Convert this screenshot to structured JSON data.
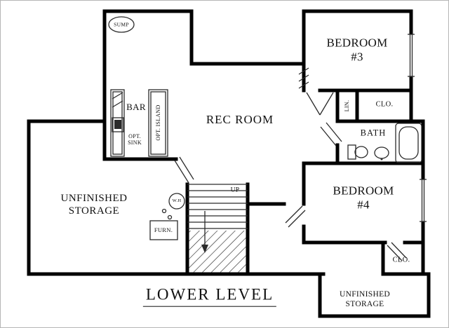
{
  "title": "LOWER LEVEL",
  "plan": {
    "rooms": {
      "rec_room": "REC ROOM",
      "bedroom3": "BEDROOM\n#3",
      "bedroom4": "BEDROOM\n#4",
      "bath": "BATH",
      "bar": "BAR",
      "unfinished_storage_left": "UNFINISHED\nSTORAGE",
      "unfinished_storage_right": "UNFINISHED\nSTORAGE",
      "closet_upper": "CLO.",
      "closet_lower": "CLO.",
      "linen_closet": "LIN."
    },
    "features": {
      "sump_pump": "SUMP",
      "optional_sink": "OPT.\nSINK",
      "optional_island": "OPT. ISLAND",
      "water_heater": "W.H",
      "furnace": "FURN.",
      "stairs_direction": "UP"
    }
  },
  "colors": {
    "walls": "#000000",
    "background": "#ffffff",
    "fixture_line": "#2b2b2b",
    "text": "#111111"
  }
}
